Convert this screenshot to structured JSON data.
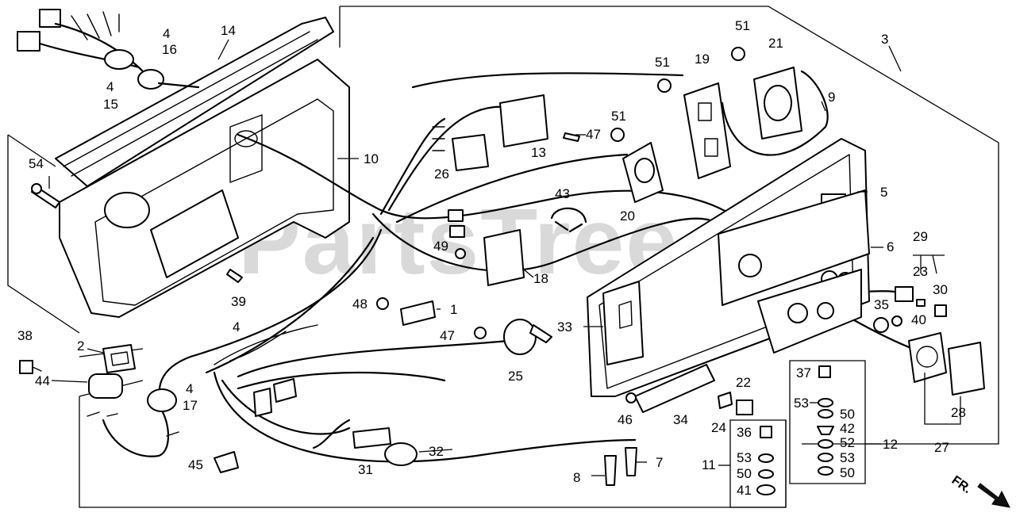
{
  "watermark": "PartsTree",
  "orientation_label": "FR.",
  "colors": {
    "line": "#000000",
    "watermark": "#d9d9d9",
    "background": "#ffffff"
  },
  "callouts": {
    "c3": "3",
    "c4a": "4",
    "c16": "16",
    "c4b": "4",
    "c15": "15",
    "c14": "14",
    "c54": "54",
    "c10": "10",
    "c39": "39",
    "c38": "38",
    "c2": "2",
    "c44": "44",
    "c4c": "4",
    "c17": "17",
    "c4d": "4",
    "c45": "45",
    "c31": "31",
    "c32": "32",
    "c8": "8",
    "c7": "7",
    "c11": "11",
    "c36": "36",
    "c53a": "53",
    "c50a": "50",
    "c41": "41",
    "c24": "24",
    "c22": "22",
    "c34": "34",
    "c46": "46",
    "c33": "33",
    "c25": "25",
    "c47a": "47",
    "c48": "48",
    "c1": "1",
    "c49": "49",
    "c18": "18",
    "c43": "43",
    "c26": "26",
    "c13": "13",
    "c47b": "47",
    "c51a": "51",
    "c51b": "51",
    "c51c": "51",
    "c20": "20",
    "c19": "19",
    "c21": "21",
    "c9": "9",
    "c5": "5",
    "c6": "6",
    "c29": "29",
    "c23": "23",
    "c30": "30",
    "c35": "35",
    "c40": "40",
    "c37": "37",
    "c53b": "53",
    "c50b": "50",
    "c42": "42",
    "c52": "52",
    "c53c": "53",
    "c50c": "50",
    "c12": "12",
    "c27": "27",
    "c28": "28"
  }
}
